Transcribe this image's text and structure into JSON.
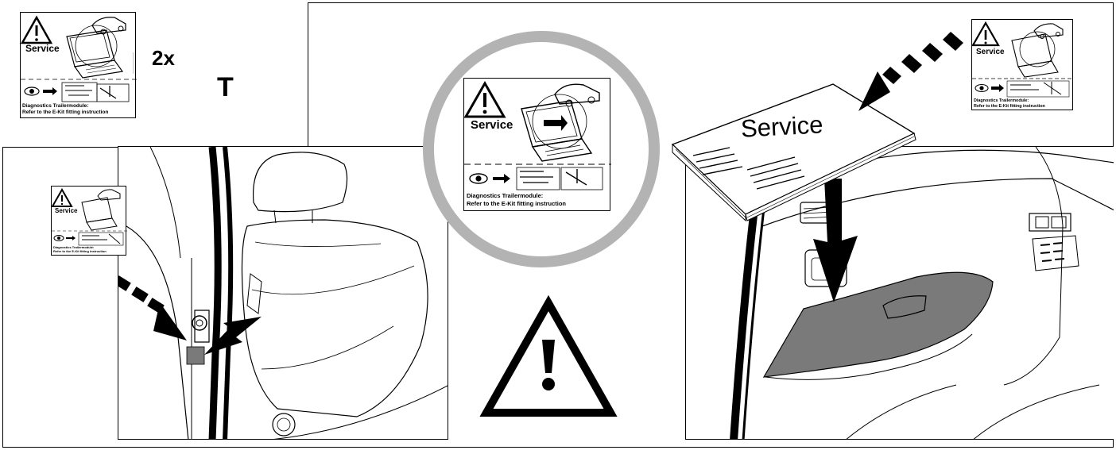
{
  "label": {
    "service": "Service",
    "diag_line1": "Diagnostics Trailermodule:",
    "diag_line2": "Refer to the E-Kit fitting instruction"
  },
  "top_left": {
    "quantity": "2x",
    "marker": "T"
  },
  "manual": {
    "title": "Service"
  },
  "colors": {
    "line": "#000000",
    "ring": "#b3b3b3",
    "highlight": "#7a7a7a"
  },
  "icons": [
    "warning-triangle-icon",
    "eye-icon",
    "arrow-icon",
    "laptop-icon",
    "car-icon"
  ]
}
